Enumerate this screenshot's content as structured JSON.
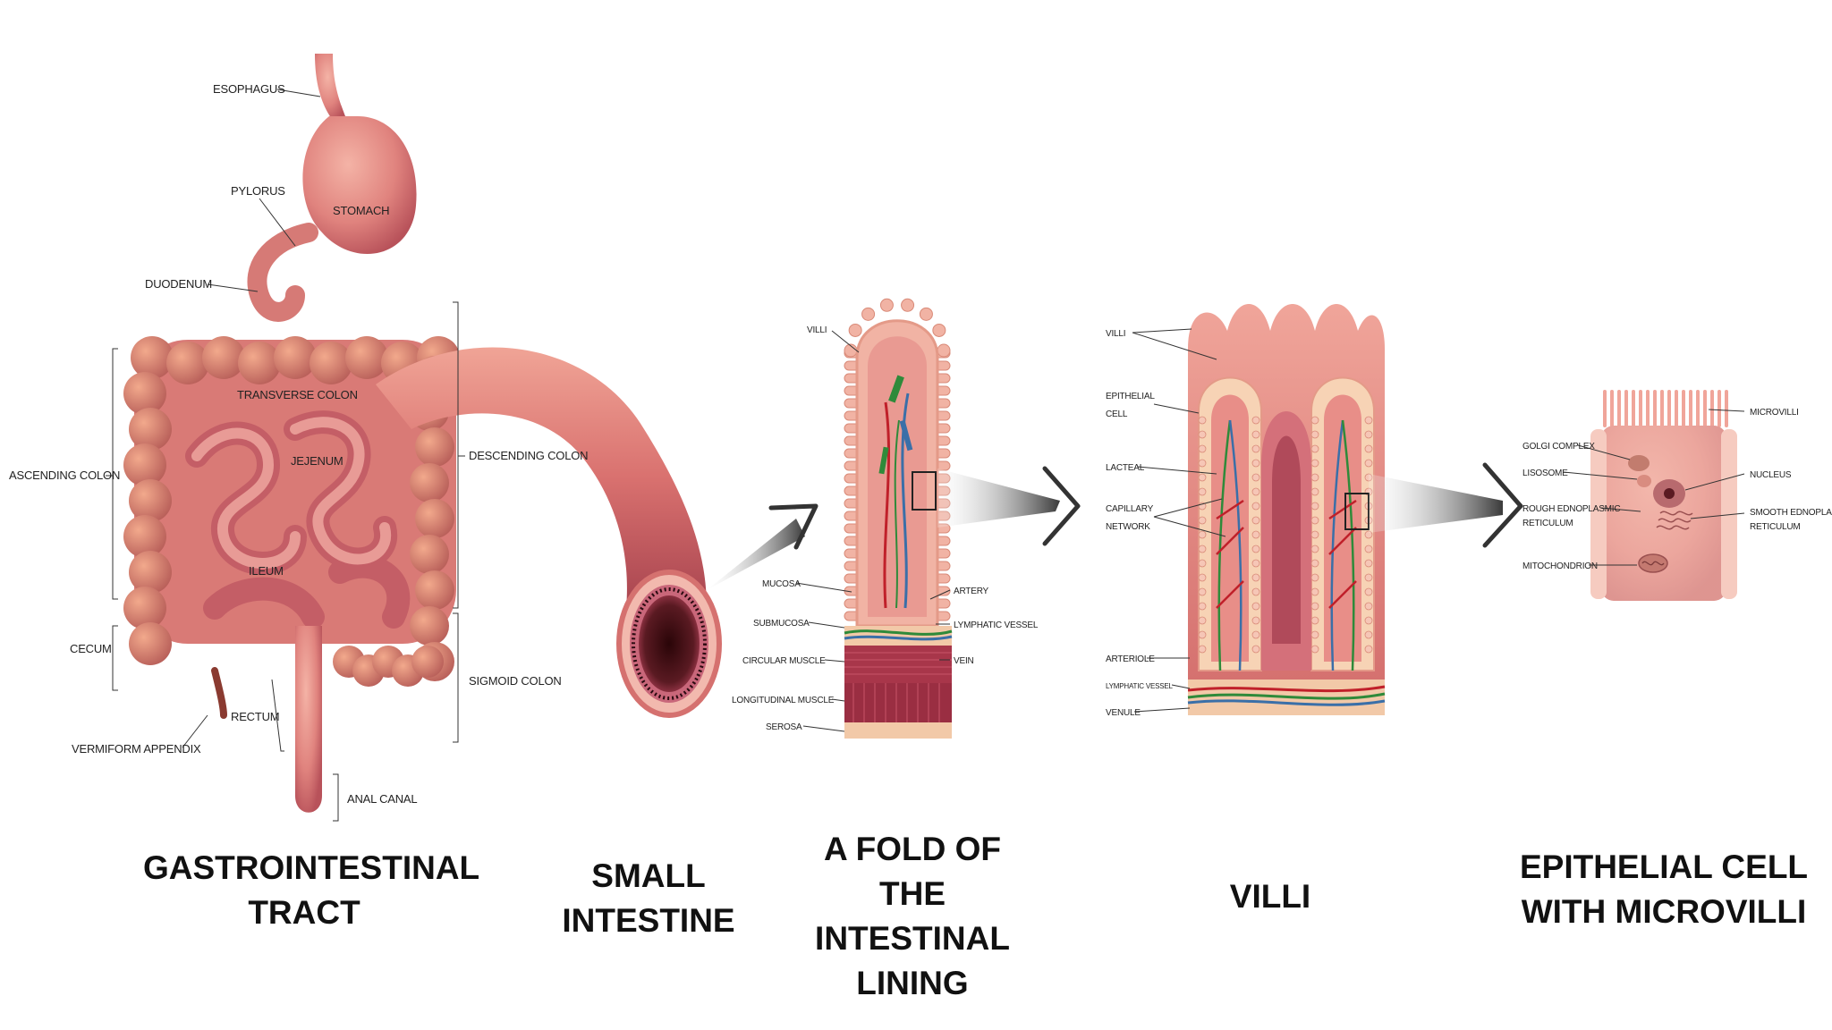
{
  "panels": {
    "gi_tract": {
      "title": [
        "GASTROINTESTINAL",
        "TRACT"
      ],
      "labels": {
        "esophagus": "ESOPHAGUS",
        "pylorus": "PYLORUS",
        "stomach": "STOMACH",
        "duodenum": "DUODENUM",
        "transverse_colon": "TRANSVERSE COLON",
        "jejunum": "JEJENUM",
        "ascending_colon": "ASCENDING COLON",
        "descending_colon": "DESCENDING COLON",
        "ileum": "ILEUM",
        "cecum": "CECUM",
        "sigmoid_colon": "SIGMOID COLON",
        "rectum": "RECTUM",
        "vermiform_appendix": "VERMIFORM APPENDIX",
        "anal_canal": "ANAL CANAL"
      }
    },
    "small_intestine": {
      "title": [
        "SMALL",
        "INTESTINE"
      ]
    },
    "fold": {
      "title": [
        "A FOLD OF",
        "THE INTESTINAL",
        "LINING"
      ],
      "labels": {
        "villi": "VILLI",
        "mucosa": "MUCOSA",
        "submucosa": "SUBMUCOSA",
        "circular_muscle": "CIRCULAR MUSCLE",
        "longitudinal_muscle": "LONGITUDINAL MUSCLE",
        "serosa": "SEROSA",
        "artery": "ARTERY",
        "lymphatic_vessel": "LYMPHATIC VESSEL",
        "vein": "VEIN"
      }
    },
    "villi": {
      "title": [
        "VILLI"
      ],
      "labels": {
        "villi": "VILLI",
        "epithelial_cell": [
          "EPITHELIAL",
          "CELL"
        ],
        "lacteal": "LACTEAL",
        "capillary_network": [
          "CAPILLARY",
          "NETWORK"
        ],
        "arteriole": "ARTERIOLE",
        "lymphatic_vessel": "LYMPHATIC VESSEL",
        "venule": "VENULE"
      }
    },
    "epithelial_cell": {
      "title": [
        "EPITHELIAL CELL",
        "WITH MICROVILLI"
      ],
      "labels": {
        "golgi_complex": "GOLGI COMPLEX",
        "lisosome": "LISOSOME",
        "rough_er": [
          "ROUGH EDNOPLASMIC",
          "RETICULUM"
        ],
        "mitochondrion": "MITOCHONDRION",
        "microvilli": "MICROVILLI",
        "nucleus": "NUCLEUS",
        "smooth_er": [
          "SMOOTH EDNOPLASMIC",
          "RETICULUM"
        ]
      }
    }
  },
  "colors": {
    "tissue": "#e0837e",
    "tissue_dark": "#b8525a",
    "tissue_light": "#f2b9ae",
    "lumen": "#3a0d12",
    "artery": "#c0202a",
    "lymph": "#2f8a3a",
    "vein": "#3a6fa8",
    "arrow": "#4a4a4a"
  }
}
